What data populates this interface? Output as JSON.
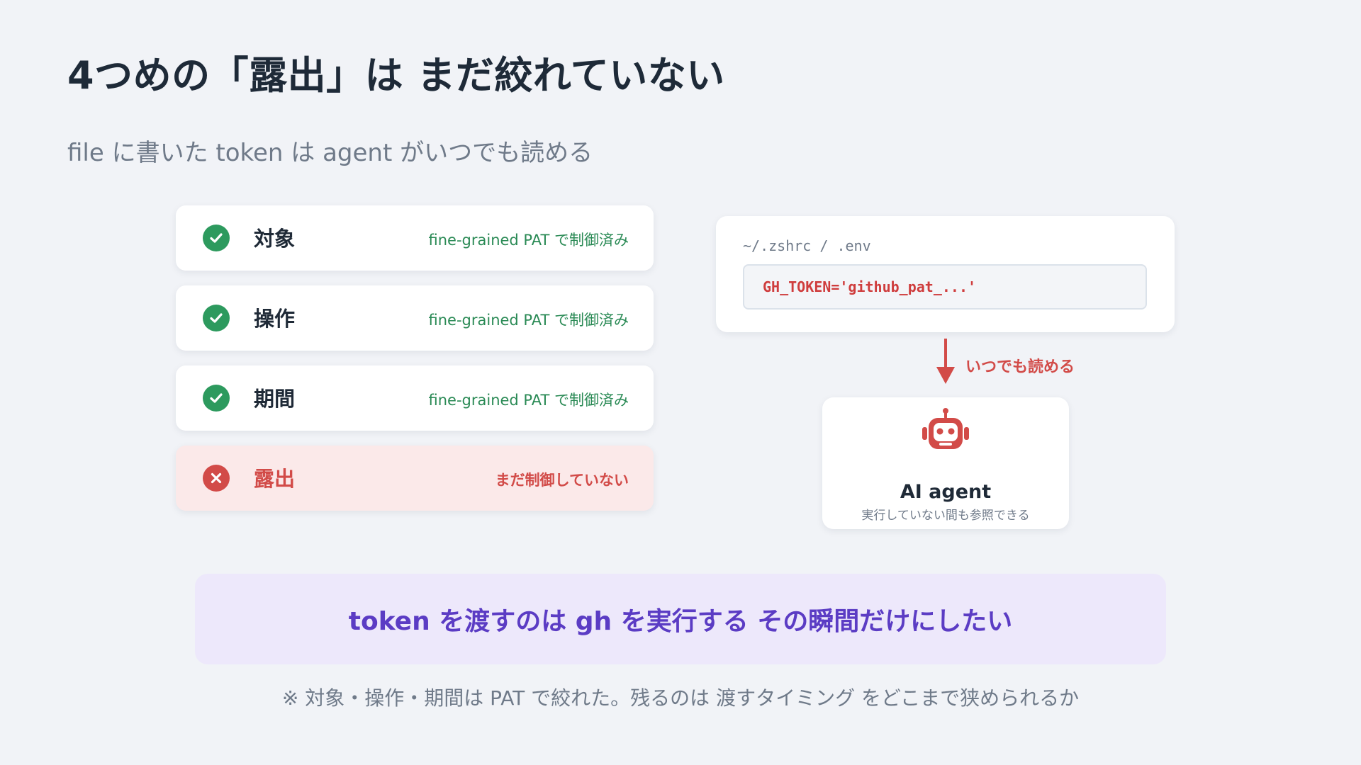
{
  "slide": {
    "title": "4つめの「露出」は まだ絞れていない",
    "subtitle": "file に書いた token は agent がいつでも読める"
  },
  "status_items": [
    {
      "label": "対象",
      "note": "fine-grained PAT で制御済み",
      "state": "ok",
      "icon": "check-icon"
    },
    {
      "label": "操作",
      "note": "fine-grained PAT で制御済み",
      "state": "ok",
      "icon": "check-icon"
    },
    {
      "label": "期間",
      "note": "fine-grained PAT で制御済み",
      "state": "ok",
      "icon": "check-icon"
    },
    {
      "label": "露出",
      "note": "まだ制御していない",
      "state": "ng",
      "icon": "cross-icon"
    }
  ],
  "env_panel": {
    "path": "~/.zshrc / .env",
    "code": "GH_TOKEN='github_pat_...'"
  },
  "arrow": {
    "label": "いつでも読める"
  },
  "agent": {
    "icon": "robot-icon",
    "name": "AI agent",
    "description": "実行していない間も参照できる"
  },
  "message": {
    "text": "token を渡すのは gh を実行する その瞬間だけにしたい"
  },
  "footnote": "※ 対象・操作・期間は PAT で絞れた。残るのは 渡すタイミング をどこまで狭められるか",
  "colors": {
    "background": "#f1f3f7",
    "ok": "#2d9a5e",
    "danger": "#d24b48",
    "accent": "#5b3cc4",
    "accent_bg": "#ede8fb"
  }
}
